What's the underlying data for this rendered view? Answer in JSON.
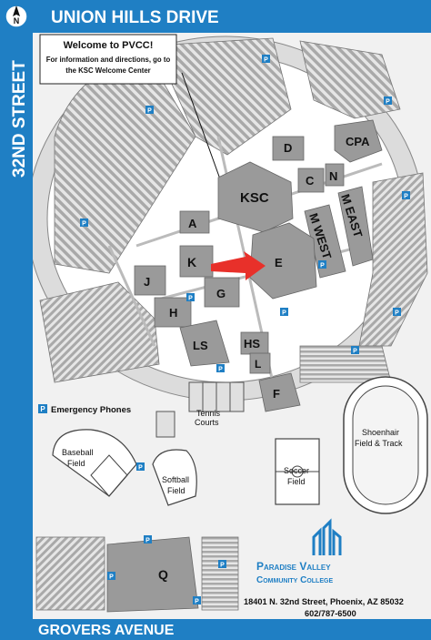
{
  "streets": {
    "north": "UNION HILLS DRIVE",
    "west": "32ND STREET",
    "south": "GROVERS AVENUE"
  },
  "compass": {
    "label": "N"
  },
  "welcome": {
    "title": "Welcome to PVCC!",
    "line1": "For information and directions, go to",
    "line2": "the KSC Welcome Center"
  },
  "buildings": {
    "ksc": "KSC",
    "cpa": "CPA",
    "d": "D",
    "c": "C",
    "n": "N",
    "m_east": "M EAST",
    "m_west": "M WEST",
    "a": "A",
    "e": "E",
    "k": "K",
    "j": "J",
    "g": "G",
    "h": "H",
    "ls": "LS",
    "hs": "HS",
    "l": "L",
    "f": "F",
    "q": "Q"
  },
  "fields": {
    "tennis_1": "Tennis",
    "tennis_2": "Courts",
    "shoenhair_1": "Shoenhair",
    "shoenhair_2": "Field & Track",
    "baseball_1": "Baseball",
    "baseball_2": "Field",
    "softball_1": "Softball",
    "softball_2": "Field",
    "soccer_1": "Soccer",
    "soccer_2": "Field"
  },
  "legend": {
    "marker": "P",
    "label": "Emergency Phones"
  },
  "college": {
    "name_line1": "Paradise Valley",
    "name_line2": "Community College",
    "address": "18401 N. 32nd Street, Phoenix, AZ 85032",
    "phone": "602/787-6500"
  },
  "colors": {
    "road_blue": "#1f7fc4",
    "building_gray": "#9a9a9a",
    "parking_gray": "#cfcfcf",
    "ground": "#ececec",
    "arrow_red": "#e8302a"
  }
}
